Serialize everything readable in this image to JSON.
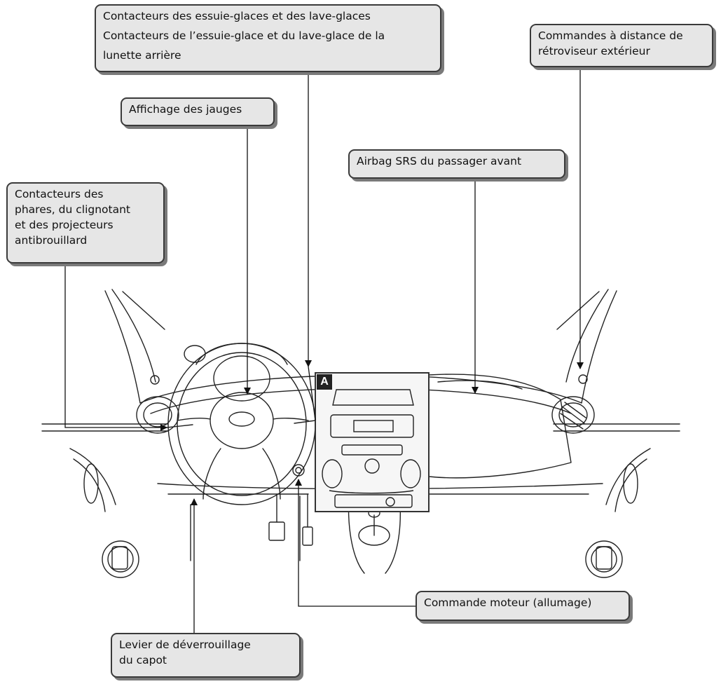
{
  "callouts": {
    "wipers": {
      "line1": "Contacteurs des essuie-glaces et des lave-glaces",
      "line2": "Contacteurs de l’essuie-glace et du lave-glace de la",
      "line3": "lunette arrière"
    },
    "mirror": {
      "line1": "Commandes à distance de",
      "line2": "rétroviseur extérieur"
    },
    "gauges": {
      "line1": "Affichage des jauges"
    },
    "airbag": {
      "line1": "Airbag SRS du passager avant"
    },
    "headlights": {
      "line1": "Contacteurs des",
      "line2": "phares, du clignotant",
      "line3": "et des projecteurs",
      "line4": "antibrouillard"
    },
    "engine": {
      "line1": "Commande moteur (allumage)"
    },
    "hood": {
      "line1": "Levier de déverrouillage",
      "line2": "du capot"
    }
  },
  "inset_label": "A",
  "colors": {
    "box_fill": "#e6e6e6",
    "box_border": "#3a3a3a",
    "box_shadow": "#7a7a7a",
    "line": "#222222"
  }
}
